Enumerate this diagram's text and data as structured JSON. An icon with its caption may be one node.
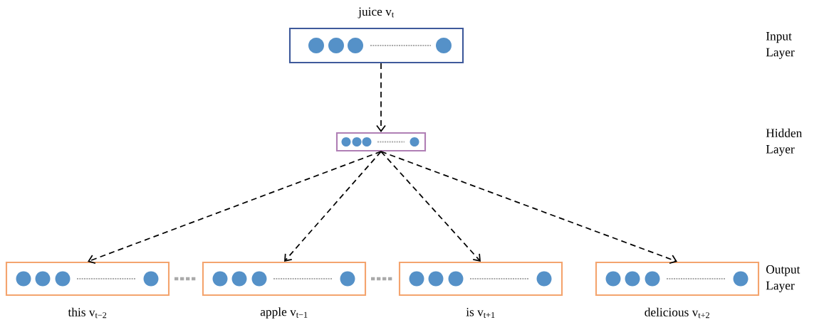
{
  "diagram": {
    "nodes": [
      {
        "text": [
          "juice v$_{t}$"
        ]
      },
      {
        "text": [],
        "shape": "box"
      },
      {
        "text": [
          "this v$_{t−2}$"
        ]
      },
      {
        "text": [
          "apple v$_{t−1}$"
        ]
      },
      {
        "text": [
          "is v$_{t+1}$"
        ]
      },
      {
        "text": [
          "delicious v$_{t+2}$"
        ]
      }
    ],
    "edges": [
      {
        "from": 0,
        "to": 1,
        "arrow": "to",
        "style": "dashed"
      },
      {
        "from": 1,
        "to": 2,
        "arrow": "to",
        "style": "dashed"
      },
      {
        "from": 1,
        "to": 3,
        "arrow": "to",
        "style": "dashed"
      },
      {
        "from": 1,
        "to": 4,
        "arrow": "to",
        "style": "dashed"
      },
      {
        "from": 1,
        "to": 5,
        "arrow": "to",
        "style": "dashed"
      }
    ],
    "labels": [
      "Input Layer",
      "Hidden Layer",
      "Output Layer"
    ]
  }
}
